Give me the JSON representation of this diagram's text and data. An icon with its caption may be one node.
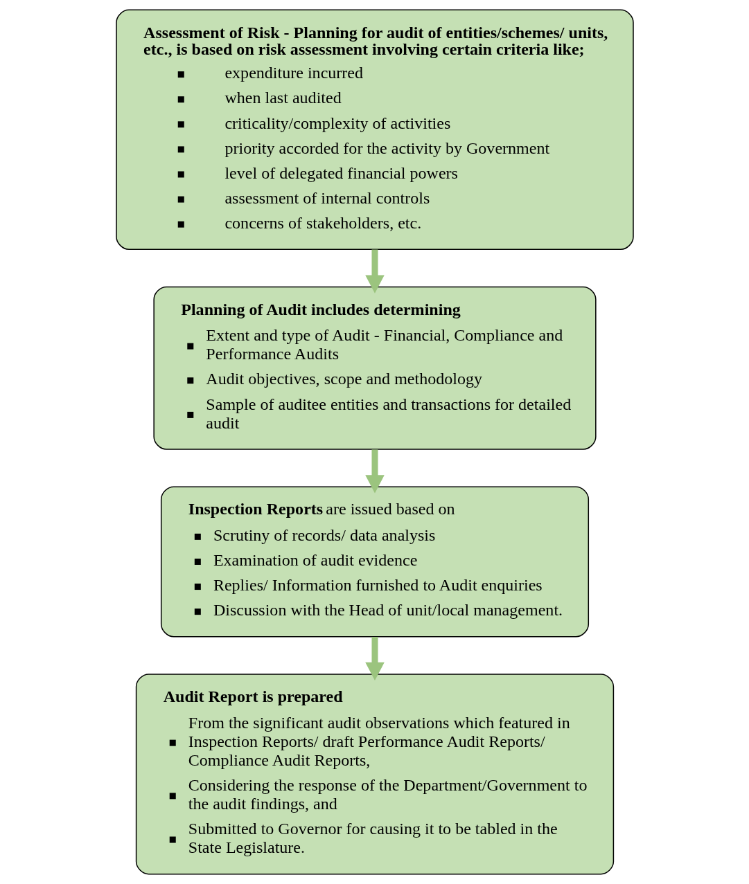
{
  "diagram": {
    "nodes": [
      {
        "text": [
          "Assessment of Risk - Planning for audit of entities/schemes/ units, etc., is based on risk assessment involving certain criteria like;",
          "expenditure incurred",
          "when last audited",
          "criticality/complexity of activities",
          "priority accorded for the activity by Government",
          "level of delegated financial powers",
          "assessment of internal controls",
          "concerns of stakeholders, etc."
        ]
      },
      {
        "text": [
          "Planning of Audit includes determining",
          "Extent and type of Audit - Financial, Compliance and Performance Audits",
          "Audit objectives, scope and methodology",
          "Sample of auditee entities and transactions for detailed audit"
        ]
      },
      {
        "text": [
          "**Inspection Reports** are issued based on",
          "Scrutiny of records/ data analysis",
          "Examination of audit evidence",
          "Replies/ Information furnished to Audit enquiries",
          "Discussion with the Head of unit/local management."
        ]
      },
      {
        "text": [
          "Audit Report is prepared",
          "From the significant audit observations which featured in Inspection Reports/ draft Performance Audit Reports/ Compliance Audit Reports,",
          "Considering the response of the Department/Government to the audit findings, and",
          "Submitted to Governor for causing it to be tabled in the State Legislature."
        ]
      }
    ],
    "edges": [
      {
        "from": 0,
        "to": 1,
        "arrow": "to"
      },
      {
        "from": 1,
        "to": 2,
        "arrow": "to"
      },
      {
        "from": 2,
        "to": 3,
        "arrow": "to"
      }
    ]
  }
}
